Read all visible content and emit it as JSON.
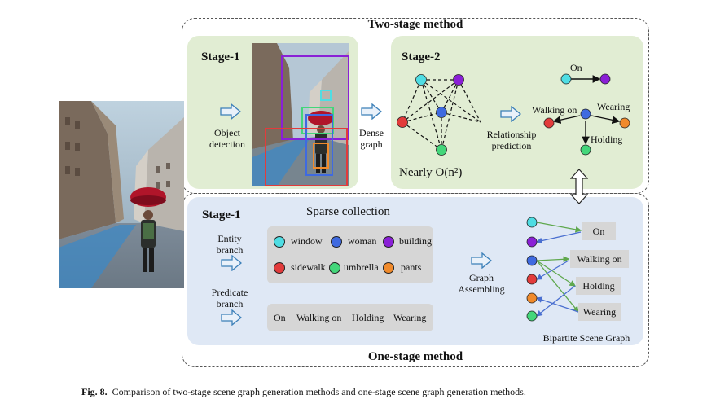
{
  "two_stage": {
    "title": "Two-stage method",
    "stage1_label": "Stage-1",
    "stage2_label": "Stage-2",
    "object_detection": "Object\ndetection",
    "dense_graph": "Dense\ngraph",
    "relationship_prediction": "Relationship\nprediction",
    "complexity": "Nearly O(n²)",
    "relations": [
      "On",
      "Walking on",
      "Wearing",
      "Holding"
    ]
  },
  "one_stage": {
    "title": "One-stage method",
    "stage1_label": "Stage-1",
    "sparse_collection": "Sparse collection",
    "entity_branch": "Entity\nbranch",
    "predicate_branch": "Predicate\nbranch",
    "graph_assembling": "Graph\nAssembling",
    "entities": [
      {
        "label": "window",
        "color": "#4fdde3"
      },
      {
        "label": "woman",
        "color": "#3f6ae0"
      },
      {
        "label": "building",
        "color": "#8a20d6"
      },
      {
        "label": "sidewalk",
        "color": "#e23b3b"
      },
      {
        "label": "umbrella",
        "color": "#43d67a"
      },
      {
        "label": "pants",
        "color": "#f08a2b"
      }
    ],
    "predicates": [
      "On",
      "Walking on",
      "Holding",
      "Wearing"
    ],
    "bipartite_predicates": [
      "On",
      "Walking on",
      "Holding",
      "Wearing"
    ],
    "bipartite_label": "Bipartite Scene Graph"
  },
  "caption": {
    "label": "Fig. 8.",
    "text": "Comparison of two-stage scene graph generation methods and one-stage scene graph generation methods."
  },
  "colors": {
    "green_panel": "#e1edd3",
    "blue_panel": "#dfe8f5",
    "gray_box": "#d6d6d6",
    "arrow_fill": "#e9f1fa",
    "arrow_stroke": "#3b7fb8",
    "edge_green": "#5fa84d",
    "edge_blue": "#4a6fd0"
  }
}
